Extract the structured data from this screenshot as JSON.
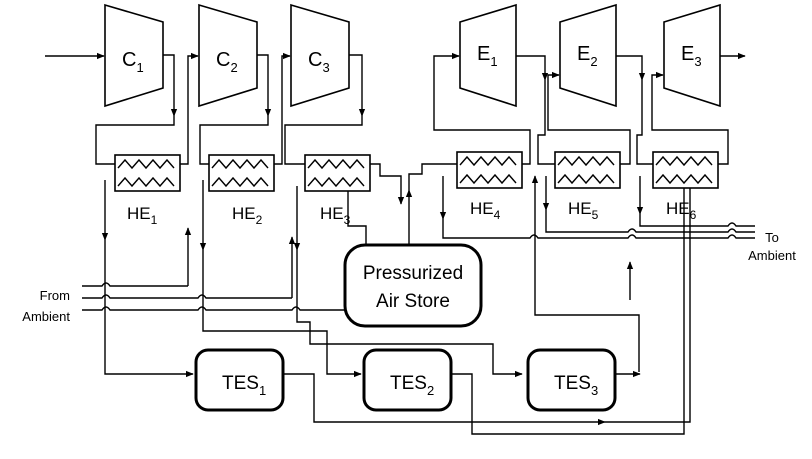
{
  "compressors": [
    {
      "letter": "C",
      "sub": "1"
    },
    {
      "letter": "C",
      "sub": "2"
    },
    {
      "letter": "C",
      "sub": "3"
    }
  ],
  "expanders": [
    {
      "letter": "E",
      "sub": "1"
    },
    {
      "letter": "E",
      "sub": "2"
    },
    {
      "letter": "E",
      "sub": "3"
    }
  ],
  "heat_exchangers": [
    {
      "letter": "HE",
      "sub": "1"
    },
    {
      "letter": "HE",
      "sub": "2"
    },
    {
      "letter": "HE",
      "sub": "3"
    },
    {
      "letter": "HE",
      "sub": "4"
    },
    {
      "letter": "HE",
      "sub": "5"
    },
    {
      "letter": "HE",
      "sub": "6"
    }
  ],
  "tes": [
    {
      "letter": "TES",
      "sub": "1"
    },
    {
      "letter": "TES",
      "sub": "2"
    },
    {
      "letter": "TES",
      "sub": "3"
    }
  ],
  "store": {
    "line1": "Pressurized",
    "line2": "Air Store"
  },
  "from_ambient": {
    "line1": "From",
    "line2": "Ambient"
  },
  "to_ambient": {
    "line1": "To",
    "line2": "Ambient"
  }
}
